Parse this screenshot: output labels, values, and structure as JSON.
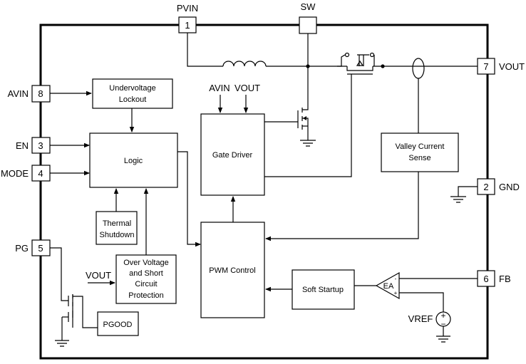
{
  "pins": {
    "pvin": {
      "num": "1",
      "name": "PVIN"
    },
    "sw": {
      "name": "SW"
    },
    "vout": {
      "num": "7",
      "name": "VOUT"
    },
    "avin": {
      "num": "8",
      "name": "AVIN"
    },
    "en": {
      "num": "3",
      "name": "EN"
    },
    "mode": {
      "num": "4",
      "name": "MODE"
    },
    "gnd": {
      "num": "2",
      "name": "GND"
    },
    "pg": {
      "num": "5",
      "name": "PG"
    },
    "fb": {
      "num": "6",
      "name": "FB"
    }
  },
  "blocks": {
    "uvlo": [
      "Undervoltage",
      "Lockout"
    ],
    "logic": [
      "Logic"
    ],
    "gate_driver": [
      "Gate Driver"
    ],
    "valley": [
      "Valley Current",
      "Sense"
    ],
    "thermal": [
      "Thermal",
      "Shutdown"
    ],
    "ovp": [
      "Over Voltage",
      "and Short",
      "Circuit",
      "Protection"
    ],
    "pwm": [
      "PWM Control"
    ],
    "soft_start": [
      "Soft Startup"
    ],
    "pgood": [
      "PGOOD"
    ],
    "ea": "EA"
  },
  "signals": {
    "gd_avin": "AVIN",
    "gd_vout": "VOUT",
    "ovp_vout": "VOUT",
    "vref": "VREF"
  },
  "symbols": {
    "ea_minus": "-",
    "ea_plus": "+",
    "src_plus": "+",
    "src_minus": "−"
  }
}
